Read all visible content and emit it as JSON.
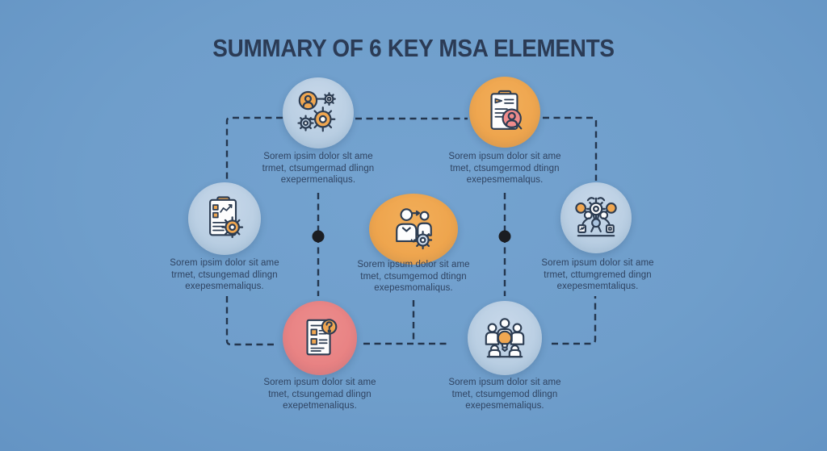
{
  "title": "SUMMARY OF 6 KEY MSA ELEMENTS",
  "colors": {
    "background": "#6f9ecb",
    "title_text": "#2b3b55",
    "body_text": "#2f4361",
    "circle_light_blue": "#b9cfe4",
    "circle_orange": "#eda24a",
    "circle_red": "#e77f80",
    "connector_line": "#24364e",
    "junction_dot": "#1b1d22",
    "icon_outline": "#2c3c52",
    "icon_white": "#fdfdfd",
    "icon_orange": "#f0a751",
    "icon_red": "#ef8b8b"
  },
  "nodes": [
    {
      "id": "element-top-left",
      "icon": "person-gears-icon",
      "lines": [
        "Sorem ipsim dolor slt ame",
        "trmet, ctsumgermad dlingn",
        "exepermenaliqus."
      ]
    },
    {
      "id": "element-top-right",
      "icon": "clipboard-person-icon",
      "lines": [
        "Sorem ipsum dolor sit ame",
        "tmet, ctsumgermod dtingn",
        "exepesmemalqus."
      ]
    },
    {
      "id": "element-mid-left",
      "icon": "clipboard-chart-gear-icon",
      "lines": [
        "Sorem ipsim dolor sit ame",
        "trmet, ctsungemad dlingn",
        "exepesmemaliqus."
      ]
    },
    {
      "id": "element-center",
      "icon": "people-transfer-gear-icon",
      "lines": [
        "Sorem ipsum dolor sit ame",
        "tmet, ctsumgemod dtingn",
        "exepesmomaliqus."
      ]
    },
    {
      "id": "element-mid-right",
      "icon": "network-machine-icon",
      "lines": [
        "Sorem ipsum dolor sit ame",
        "trmet, cttumgremed dingn",
        "exepesmemtaliqus."
      ]
    },
    {
      "id": "element-bottom-left",
      "icon": "document-question-icon",
      "lines": [
        "Sorem ipsum dolor sit ame",
        "tmet, ctsungemad dlingn",
        "exepetmenaliqus."
      ]
    },
    {
      "id": "element-bottom-right",
      "icon": "team-lightbulb-icon",
      "lines": [
        "Sorem ipsum dolor sit ame",
        "tmet, ctsumgemod dlingn",
        "exepesmemaliqus."
      ]
    }
  ]
}
